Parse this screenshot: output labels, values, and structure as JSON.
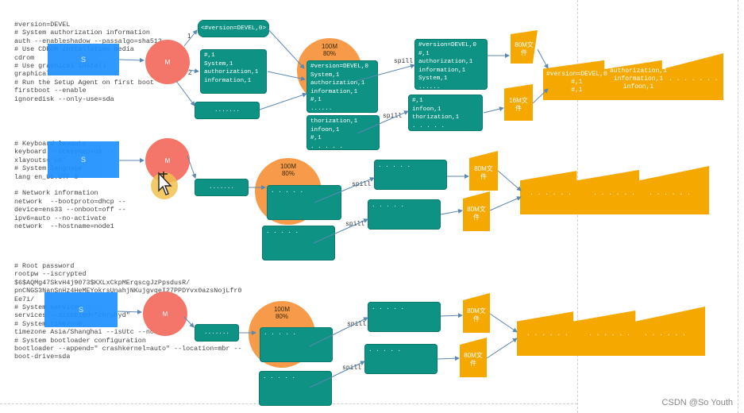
{
  "code": {
    "block1": "#version=DEVEL\n# System authorization information\nauth --enableshadow --passalgo=sha512\n# Use CDROM installation media\ncdrom\n# Use graphical install\ngraphical\n# Run the Setup Agent on first boot\nfirstboot --enable\nignoredisk --only-use=sda",
    "block2": "# Keyboard layouts\nkeyboard --vckeymap=us --\nxlayouts='us'\n# System language\nlang en_US.UTF-8\n\n# Network information\nnetwork  --bootproto=dhcp --\ndevice=ens33 --onboot=off --\nipv6=auto --no-activate\nnetwork  --hostname=node1",
    "block3": "# Root password\nrootpw --iscrypted\n$6$AQMg47SkvH4j9073$KXLxCkpMErqscgJzPpsdusR/\npnCNGS3NanSnHz4HeMEYokrsUnahjNKujgvqeI27PPDYvx0azsNojLfr0\nEe7i/\n# System services\nservices --disabled=\"chronyd\"\n# System timezone\ntimezone Asia/Shanghai --isUtc --nontp\n# System bootloader configuration\nbootloader --append=\" crashkernel=auto\" --location=mbr --\nboot-drive=sda"
  },
  "row1": {
    "s_label": "S",
    "m_label": "M",
    "edge1": "1",
    "edge2": "2",
    "record_box": "<#version=DEVEL,0>",
    "partition_box": "#,1\nSystem,1\nauthorization,1\ninformation,1",
    "dots_box": ".......",
    "circle_label": "100M\n80%",
    "buffer_box": "#version=DEVEL,0\nSystem,1\nauthorization,1\ninformation,1\n#,1\n......",
    "buffer_box2": "thorization,1\ninfoon,1\n#,1\n. . . . .",
    "spill1": "spill",
    "spill2": "spill",
    "spill_out1": "#version=DEVEL,0\n#,1\nauthorization,1\ninformation,1\nSystem,1\n......",
    "spill_out2": "#,1\ninfoon,1\nthorization,1\n. . . . .",
    "file1": "80M文\n件",
    "file2": "16M文\n件",
    "merged": [
      "#version=DEVEL,0\n#,1\n#,1",
      "authorization,1\ninformation,1\ninfoon,1",
      ". . . . . . ."
    ]
  },
  "row2": {
    "s_label": "S",
    "m_label": "M",
    "dots_box": ".......",
    "circle_label": "100M\n80%",
    "buffer_box": ". . . . .",
    "buffer_box2": ". . . . .",
    "spill1": "spill",
    "spill2": "spill",
    "spill_out1": ". . . . .",
    "spill_out2": ". . . . .",
    "file1": "80M文\n件",
    "file2": "80M文\n件",
    "merged": [
      ". . . . . .",
      ". . . . . .",
      ". . . . . ."
    ]
  },
  "row3": {
    "s_label": "S",
    "m_label": "M",
    "dots_box": ".......",
    "circle_label": "100M\n80%",
    "buffer_box": ". . . . .",
    "buffer_box2": ". . . . .",
    "spill1": "spill",
    "spill2": "spill",
    "spill_out1": ". . . . .",
    "spill_out2": ". . . . .",
    "file1": "80M文\n件",
    "file2": "80M文\n件",
    "merged": [
      ". . . . . .",
      ". . . . . .",
      ". . . . . ."
    ]
  },
  "watermark": "CSDN @So Youth",
  "colors": {
    "teal": "#0e9283",
    "orange": "#f79a4a",
    "gold": "#f5a800",
    "red": "#f4766b",
    "blue": "#1e90ff"
  }
}
